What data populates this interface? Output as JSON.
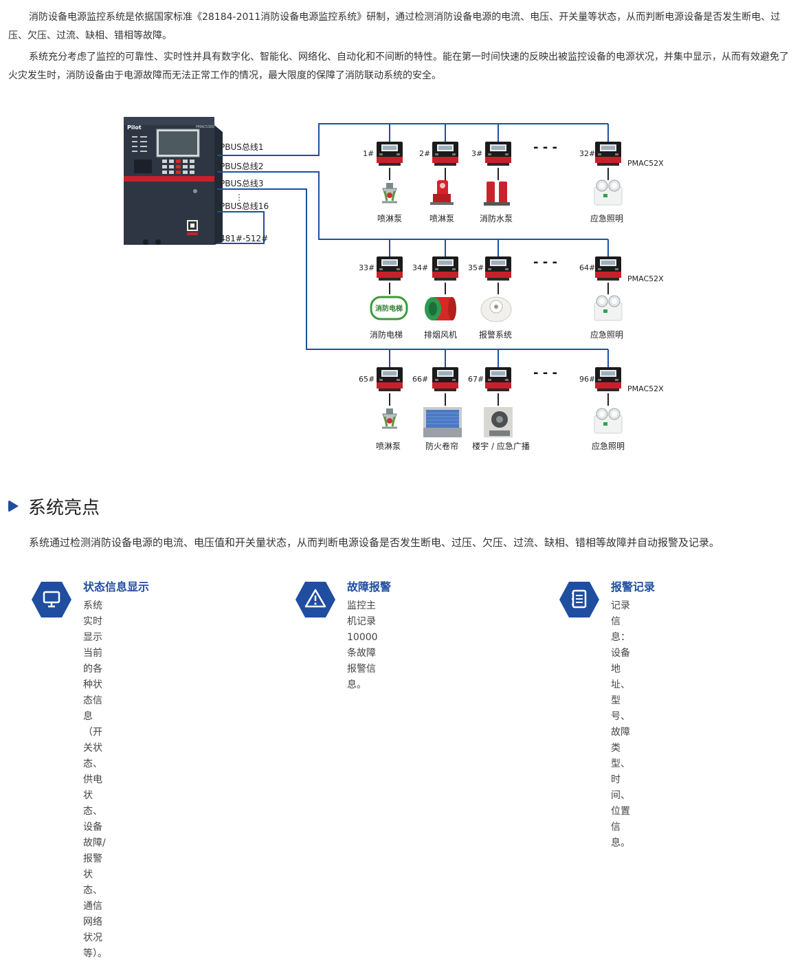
{
  "intro": {
    "p1": "消防设备电源监控系统是依据国家标准《28184-2011消防设备电源监控系统》研制，通过检测消防设备电源的电流、电压、开关量等状态，从而判断电源设备是否发生断电、过压、欠压、过流、缺相、错相等故障。",
    "p2": "系统充分考虑了监控的可靠性、实时性并具有数字化、智能化、网络化、自动化和不间断的特性。能在第一时间快速的反映出被监控设备的电源状况，并集中显示，从而有效避免了火灾发生时，消防设备由于电源故障而无法正常工作的情况，最大限度的保障了消防联动系统的安全。"
  },
  "diagram": {
    "host": {
      "brand": "Pilot",
      "model": "PMAC5300"
    },
    "bus_labels": [
      "PBUS总线1",
      "PBUS总线2",
      "PBUS总线3",
      "⋮",
      "PBUS总线16"
    ],
    "range_label": "481#-512#",
    "module_model": "PMAC52X",
    "ellipsis": "- - -",
    "rows": [
      {
        "addresses": [
          "1#",
          "2#",
          "3#",
          "32#"
        ],
        "devices": [
          "喷淋泵",
          "喷淋泵",
          "消防水泵",
          "应急照明"
        ],
        "icons": [
          "sprinkler-icon",
          "red-pump-icon",
          "fire-water-pump-icon",
          "emergency-light-icon"
        ]
      },
      {
        "addresses": [
          "33#",
          "34#",
          "35#",
          "64#"
        ],
        "devices": [
          "消防电梯",
          "排烟风机",
          "报警系统",
          "应急照明"
        ],
        "icons": [
          "fire-elevator-icon",
          "smoke-fan-icon",
          "alarm-detector-icon",
          "emergency-light-icon"
        ],
        "elevator_badge": "消防电梯"
      },
      {
        "addresses": [
          "65#",
          "66#",
          "67#",
          "96#"
        ],
        "devices": [
          "喷淋泵",
          "防火卷帘",
          "楼宇 / 应急广播",
          "应急照明"
        ],
        "icons": [
          "sprinkler-icon",
          "fire-shutter-icon",
          "broadcast-speaker-icon",
          "emergency-light-icon"
        ]
      }
    ],
    "colors": {
      "bus_line": "#1f4ea1",
      "module_red": "#c8202a"
    }
  },
  "highlights": {
    "title": "系统亮点",
    "description": "系统通过检测消防设备电源的电流、电压值和开关量状态，从而判断电源设备是否发生断电、过压、欠压、过流、缺相、错相等故障并自动报警及记录。",
    "features": [
      {
        "title": "状态信息显示",
        "lines": [
          "系统实时显示当前的各种状态信息（开",
          "关状态、供电状态、设备故障/报警状",
          "态、通信网络状况等）。"
        ],
        "icon": "monitor-icon"
      },
      {
        "title": "故障报警",
        "lines": [
          "监控主机记录10000条故障报警信息。"
        ],
        "icon": "warning-icon"
      },
      {
        "title": "报警记录",
        "lines": [
          "记录信息：设备地址、型号、故障类",
          "型、时间、位置信息。"
        ],
        "icon": "record-icon"
      }
    ],
    "accent": "#1f4ea1"
  }
}
